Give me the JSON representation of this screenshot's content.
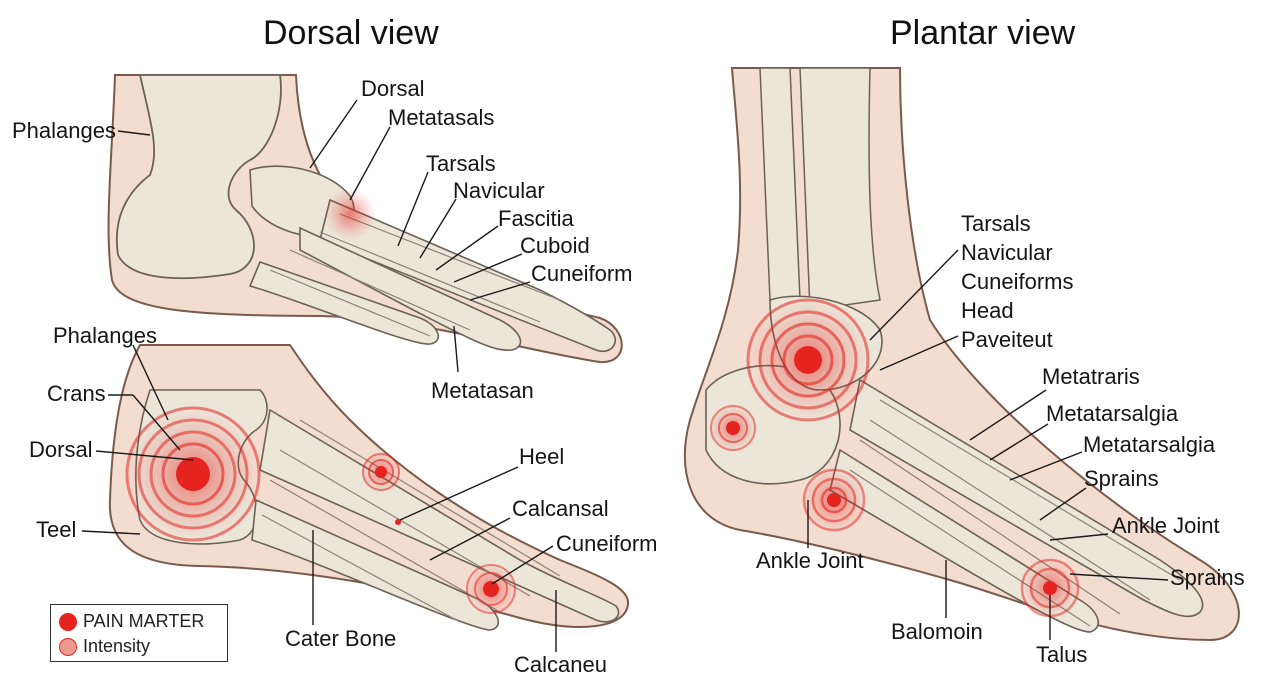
{
  "titles": {
    "dorsal": "Dorsal view",
    "plantar": "Plantar view"
  },
  "labels": {
    "top_phalanges": "Phalanges",
    "top_dorsal": "Dorsal",
    "top_metatasals": "Metatasals",
    "top_tarsals": "Tarsals",
    "top_navicular": "Navicular",
    "top_fascitia": "Fascitia",
    "top_cuboid": "Cuboid",
    "top_cuneiform": "Cuneiform",
    "top_metatasan": "Metatasan",
    "bot_phalanges": "Phalanges",
    "bot_crans": "Crans",
    "bot_dorsal": "Dorsal",
    "bot_teel": "Teel",
    "bot_heel": "Heel",
    "bot_calcansal": "Calcansal",
    "bot_cuneiform": "Cuneiform",
    "bot_cater_bone": "Cater Bone",
    "bot_calcaneu": "Calcaneu",
    "pl_tarsals": "Tarsals",
    "pl_navicular": "Navicular",
    "pl_cuneiforms": "Cuneiforms",
    "pl_head": "Head",
    "pl_paveiteut": "Paveiteut",
    "pl_metatraris": "Metatraris",
    "pl_metatarsalgia_1": "Metatarsalgia",
    "pl_metatarsalgia_2": "Metatarsalgia",
    "pl_sprains_1": "Sprains",
    "pl_ankle_joint_right": "Ankle Joint",
    "pl_sprains_2": "Sprains",
    "pl_ankle_joint_left": "Ankle Joint",
    "pl_balomoin": "Balomoin",
    "pl_talus": "Talus"
  },
  "legend": {
    "marker_label": "PAIN MARTER",
    "intensity_label": "Intensity",
    "marker_color": "#e52420",
    "intensity_color": "#ec9b8f"
  },
  "colors": {
    "skin": "#f3ddd0",
    "bone": "#ece6d9",
    "pain": "#e52420"
  }
}
